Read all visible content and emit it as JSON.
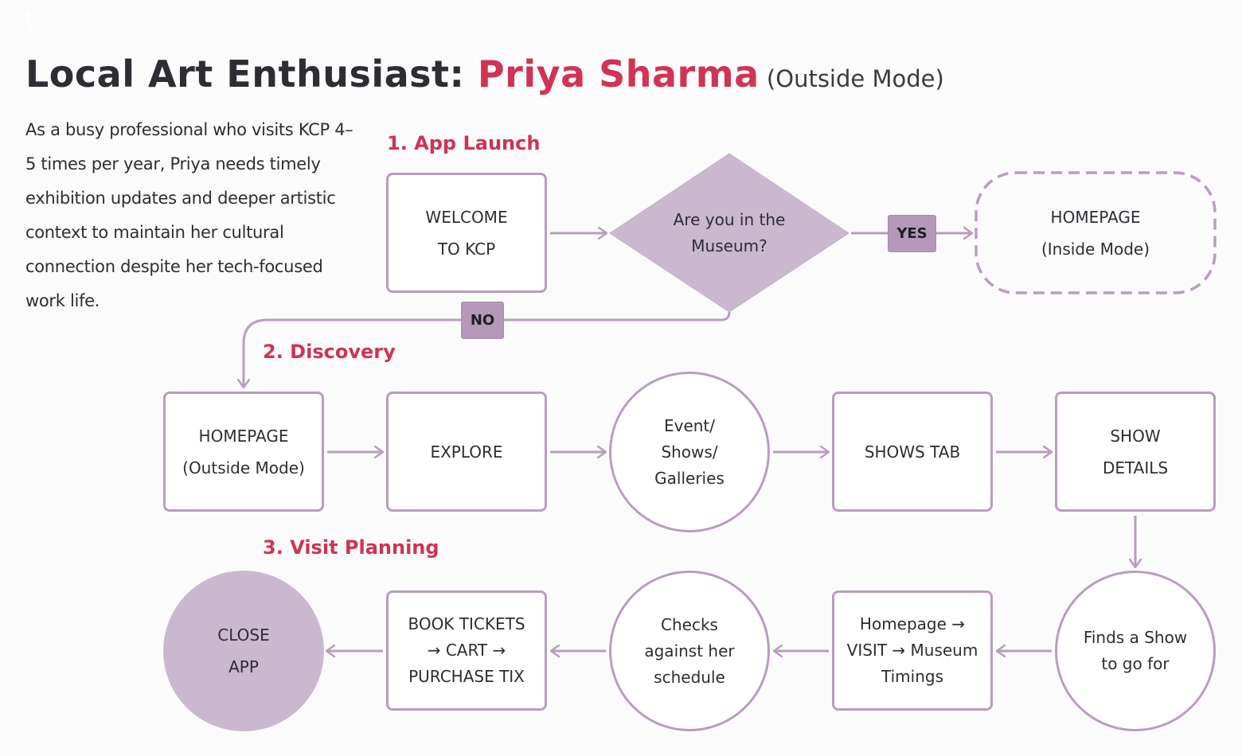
{
  "corner_mark": "t",
  "header": {
    "title_main": "Local Art Enthusiast: ",
    "persona_name": "Priya Sharma",
    "mode": " (Outside Mode)"
  },
  "description": "As a busy professional who visits KCP 4–5 times per year, Priya needs timely exhibition updates and deeper artistic context to maintain her cultural connection despite her tech-focused work life.",
  "colors": {
    "accent": "#d03353",
    "node_stroke": "#b99dbd",
    "node_fill": "#cab8cf",
    "badge_fill": "#b398b8",
    "text": "#2e2d33"
  },
  "sections": [
    {
      "label": "1. App Launch"
    },
    {
      "label": "2. Discovery"
    },
    {
      "label": "3. Visit Planning"
    }
  ],
  "nodes": {
    "welcome": {
      "label": "WELCOME\nTO KCP",
      "shape": "rect"
    },
    "decision": {
      "label": "Are you in the\nMuseum?",
      "shape": "diamond"
    },
    "homepage_inside": {
      "label": "HOMEPAGE\n(Inside Mode)",
      "shape": "dashed-rounded-rect"
    },
    "homepage_outside": {
      "label": "HOMEPAGE\n(Outside Mode)",
      "shape": "rect"
    },
    "explore": {
      "label": "EXPLORE",
      "shape": "rect"
    },
    "event_shows": {
      "label": "Event/\nShows/\nGalleries",
      "shape": "circle"
    },
    "shows_tab": {
      "label": "SHOWS TAB",
      "shape": "rect"
    },
    "show_details": {
      "label": "SHOW\nDETAILS",
      "shape": "rect"
    },
    "finds_show": {
      "label": "Finds a Show\nto go for",
      "shape": "circle"
    },
    "visit_timings": {
      "label": "Homepage →\nVISIT → Museum\nTimings",
      "shape": "rect"
    },
    "checks_schedule": {
      "label": "Checks\nagainst her\nschedule",
      "shape": "circle"
    },
    "book_tickets": {
      "label": "BOOK TICKETS\n→ CART →\nPURCHASE TIX",
      "shape": "rect"
    },
    "close_app": {
      "label": "CLOSE\nAPP",
      "shape": "filled-circle"
    }
  },
  "edges": [
    {
      "from": "welcome",
      "to": "decision"
    },
    {
      "from": "decision",
      "to": "homepage_inside",
      "label": "YES"
    },
    {
      "from": "decision",
      "to": "homepage_outside",
      "label": "NO"
    },
    {
      "from": "homepage_outside",
      "to": "explore"
    },
    {
      "from": "explore",
      "to": "event_shows"
    },
    {
      "from": "event_shows",
      "to": "shows_tab"
    },
    {
      "from": "shows_tab",
      "to": "show_details"
    },
    {
      "from": "show_details",
      "to": "finds_show"
    },
    {
      "from": "finds_show",
      "to": "visit_timings"
    },
    {
      "from": "visit_timings",
      "to": "checks_schedule"
    },
    {
      "from": "checks_schedule",
      "to": "book_tickets"
    },
    {
      "from": "book_tickets",
      "to": "close_app"
    }
  ],
  "badges": {
    "yes": "YES",
    "no": "NO"
  }
}
